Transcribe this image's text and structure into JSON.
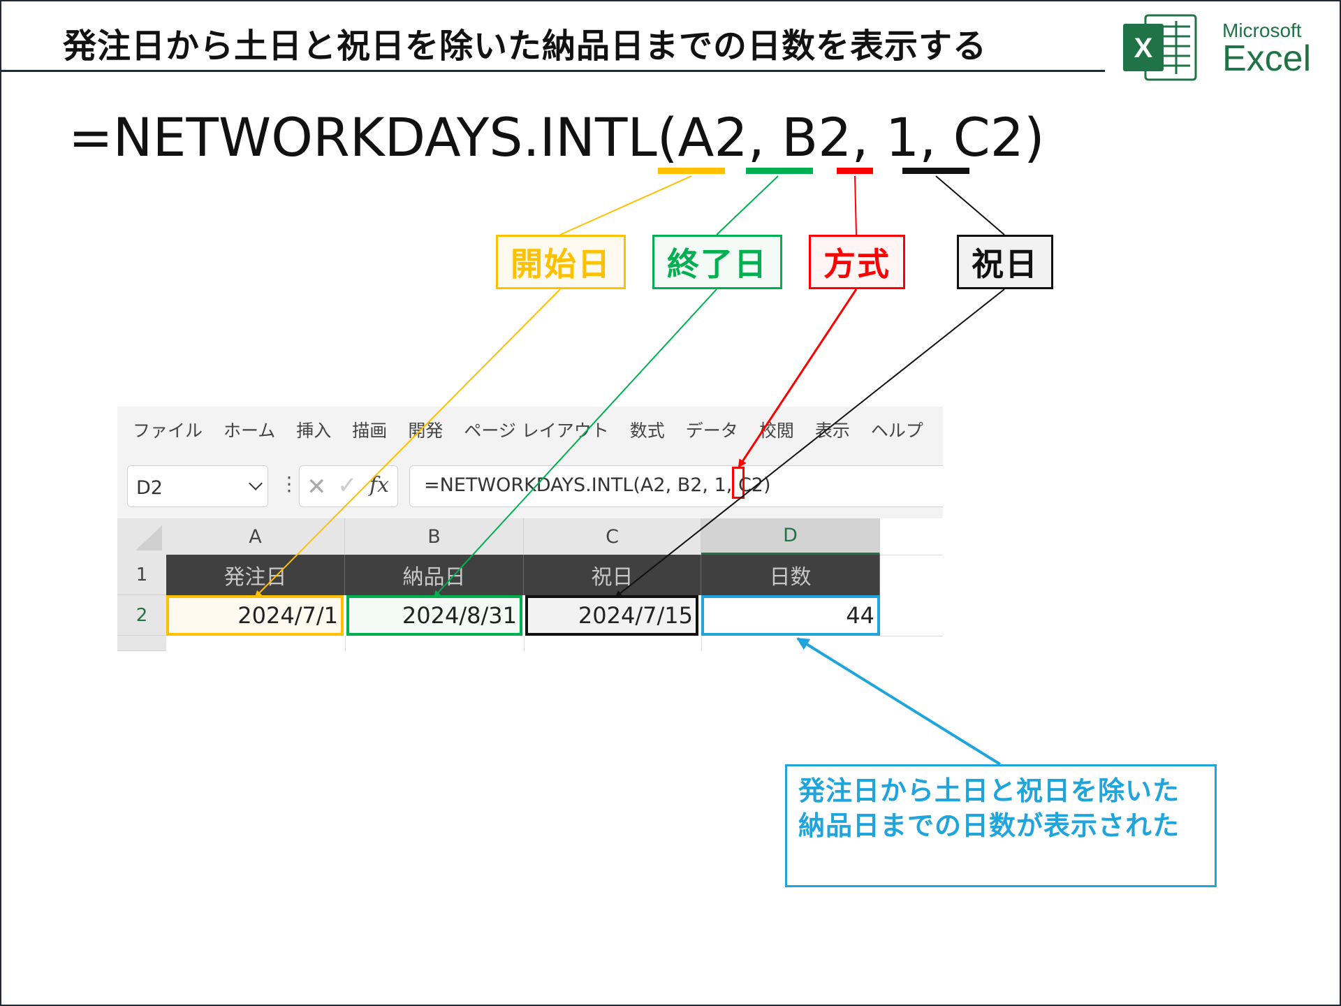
{
  "header": {
    "title": "発注日から土日と祝日を除いた納品日までの日数を表示する",
    "brand_small": "Microsoft",
    "brand_large": "Excel",
    "logo_letter": "X"
  },
  "formula": {
    "prefix": "=NETWORKDAYS.INTL(",
    "arg1": "A2",
    "sep1": ", ",
    "arg2": "B2",
    "sep2": ", ",
    "arg3": "1",
    "sep3": ", ",
    "arg4": "C2",
    "suffix": ")"
  },
  "labels": {
    "start": "開始日",
    "end": "終了日",
    "method": "方式",
    "holiday": "祝日"
  },
  "colors": {
    "start": "#ffc000",
    "end": "#00b050",
    "method": "#ff0000",
    "holiday": "#111111",
    "result": "#1fa5dc",
    "excel_green": "#1f7346"
  },
  "excel": {
    "menu": [
      "ファイル",
      "ホーム",
      "挿入",
      "描画",
      "開発",
      "ページ レイアウト",
      "数式",
      "データ",
      "校閲",
      "表示",
      "ヘルプ"
    ],
    "name_box": "D2",
    "formula_bar": "=NETWORKDAYS.INTL(A2, B2, 1, C2)",
    "columns": [
      "A",
      "B",
      "C",
      "D"
    ],
    "rows": [
      "1",
      "2"
    ],
    "headers": [
      "発注日",
      "納品日",
      "祝日",
      "日数"
    ],
    "values": [
      "2024/7/1",
      "2024/8/31",
      "2024/7/15",
      "44"
    ],
    "icons": [
      "chevron-down-icon",
      "more-options-icon",
      "cancel-icon",
      "enter-icon",
      "fx-icon",
      "select-all-icon"
    ]
  },
  "result": {
    "text": "発注日から土日と祝日を除いた納品日までの日数が表示された"
  }
}
